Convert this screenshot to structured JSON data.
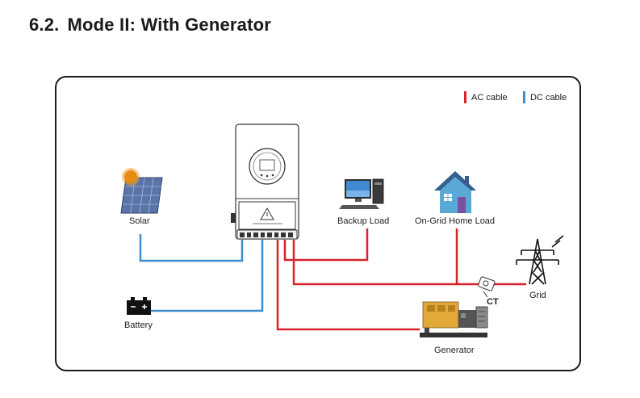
{
  "heading": {
    "number": "6.2.",
    "title": "Mode II: With Generator"
  },
  "legend": {
    "ac": {
      "label": "AC cable",
      "color": "#d7232a"
    },
    "dc": {
      "label": "DC cable",
      "color": "#3b8fd1"
    }
  },
  "nodes": {
    "solar": "Solar",
    "battery": "Battery",
    "backup_load": "Backup Load",
    "home_load": "On-Grid Home Load",
    "grid": "Grid",
    "ct": "CT",
    "generator": "Generator"
  },
  "icons": {
    "inverter": "inverter-icon",
    "solar": "solar-panel-icon",
    "battery": "battery-icon",
    "backup_load": "computer-icon",
    "home_load": "house-icon",
    "grid": "power-tower-icon",
    "ct": "current-transformer-icon",
    "generator": "generator-icon"
  }
}
